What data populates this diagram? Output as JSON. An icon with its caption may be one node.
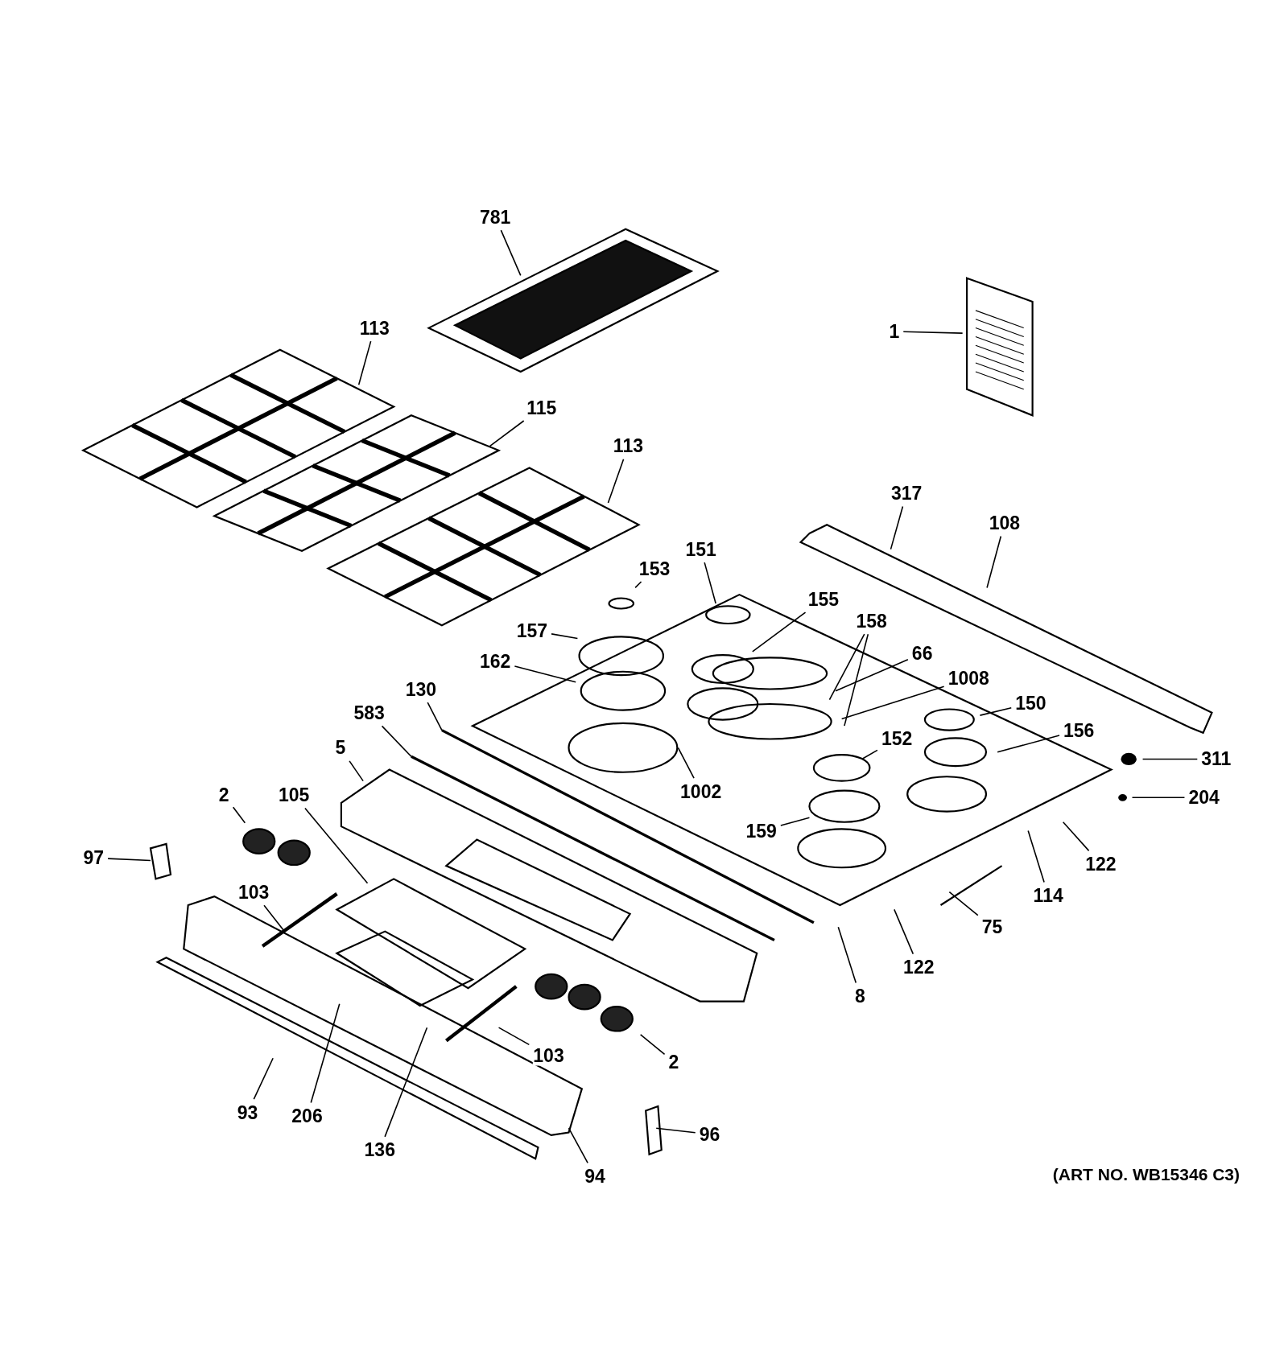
{
  "diagram": {
    "nodes": [
      {
        "text": [
          "781"
        ]
      },
      {
        "text": [
          "113"
        ]
      },
      {
        "text": [
          "1"
        ]
      },
      {
        "text": [
          "115"
        ]
      },
      {
        "text": [
          "113"
        ]
      },
      {
        "text": [
          "317"
        ]
      },
      {
        "text": [
          "108"
        ]
      },
      {
        "text": [
          "151"
        ]
      },
      {
        "text": [
          "153"
        ]
      },
      {
        "text": [
          "155"
        ]
      },
      {
        "text": [
          "157"
        ]
      },
      {
        "text": [
          "158"
        ]
      },
      {
        "text": [
          "66"
        ]
      },
      {
        "text": [
          "162"
        ]
      },
      {
        "text": [
          "1008"
        ]
      },
      {
        "text": [
          "130"
        ]
      },
      {
        "text": [
          "150"
        ]
      },
      {
        "text": [
          "583"
        ]
      },
      {
        "text": [
          "156"
        ]
      },
      {
        "text": [
          "152"
        ]
      },
      {
        "text": [
          "311"
        ]
      },
      {
        "text": [
          "5"
        ]
      },
      {
        "text": [
          "1002"
        ]
      },
      {
        "text": [
          "204"
        ]
      },
      {
        "text": [
          "2"
        ]
      },
      {
        "text": [
          "105"
        ]
      },
      {
        "text": [
          "159"
        ]
      },
      {
        "text": [
          "97"
        ]
      },
      {
        "text": [
          "122"
        ]
      },
      {
        "text": [
          "114"
        ]
      },
      {
        "text": [
          "103"
        ]
      },
      {
        "text": [
          "75"
        ]
      },
      {
        "text": [
          "122"
        ]
      },
      {
        "text": [
          "8"
        ]
      },
      {
        "text": [
          "103"
        ]
      },
      {
        "text": [
          "2"
        ]
      },
      {
        "text": [
          "93"
        ]
      },
      {
        "text": [
          "206"
        ]
      },
      {
        "text": [
          "136"
        ]
      },
      {
        "text": [
          "96"
        ]
      },
      {
        "text": [
          "94"
        ]
      }
    ],
    "edges": [
      {
        "from": 0,
        "to": null,
        "arrow": "none"
      },
      {
        "from": 1,
        "to": null,
        "arrow": "none"
      },
      {
        "from": 2,
        "to": null,
        "arrow": "none"
      },
      {
        "from": 3,
        "to": null,
        "arrow": "none"
      },
      {
        "from": 4,
        "to": null,
        "arrow": "none"
      },
      {
        "from": 5,
        "to": null,
        "arrow": "none"
      },
      {
        "from": 6,
        "to": null,
        "arrow": "none"
      },
      {
        "from": 7,
        "to": null,
        "arrow": "none"
      },
      {
        "from": 8,
        "to": null,
        "arrow": "none"
      },
      {
        "from": 9,
        "to": null,
        "arrow": "none"
      },
      {
        "from": 10,
        "to": null,
        "arrow": "none"
      },
      {
        "from": 11,
        "to": null,
        "arrow": "none"
      },
      {
        "from": 11,
        "to": null,
        "arrow": "none"
      },
      {
        "from": 12,
        "to": null,
        "arrow": "none"
      },
      {
        "from": 13,
        "to": null,
        "arrow": "none"
      },
      {
        "from": 14,
        "to": null,
        "arrow": "none"
      },
      {
        "from": 15,
        "to": null,
        "arrow": "none"
      },
      {
        "from": 16,
        "to": null,
        "arrow": "none"
      },
      {
        "from": 17,
        "to": null,
        "arrow": "none"
      },
      {
        "from": 18,
        "to": null,
        "arrow": "none"
      },
      {
        "from": 19,
        "to": null,
        "arrow": "none"
      },
      {
        "from": 20,
        "to": null,
        "arrow": "none"
      },
      {
        "from": 21,
        "to": null,
        "arrow": "none"
      },
      {
        "from": 22,
        "to": null,
        "arrow": "none"
      },
      {
        "from": 23,
        "to": null,
        "arrow": "none"
      },
      {
        "from": 24,
        "to": null,
        "arrow": "none"
      },
      {
        "from": 25,
        "to": null,
        "arrow": "none"
      },
      {
        "from": 26,
        "to": null,
        "arrow": "none"
      },
      {
        "from": 27,
        "to": null,
        "arrow": "none"
      },
      {
        "from": 28,
        "to": null,
        "arrow": "none"
      },
      {
        "from": 29,
        "to": null,
        "arrow": "none"
      },
      {
        "from": 30,
        "to": null,
        "arrow": "none"
      },
      {
        "from": 31,
        "to": null,
        "arrow": "none"
      },
      {
        "from": 32,
        "to": null,
        "arrow": "none"
      },
      {
        "from": 33,
        "to": null,
        "arrow": "none"
      },
      {
        "from": 34,
        "to": null,
        "arrow": "none"
      },
      {
        "from": 35,
        "to": null,
        "arrow": "none"
      },
      {
        "from": 36,
        "to": null,
        "arrow": "none"
      },
      {
        "from": 37,
        "to": null,
        "arrow": "none"
      },
      {
        "from": 38,
        "to": null,
        "arrow": "none"
      },
      {
        "from": 39,
        "to": null,
        "arrow": "none"
      },
      {
        "from": 40,
        "to": null,
        "arrow": "none"
      }
    ],
    "labels": [
      "(ART NO. WB15346 C3)"
    ]
  }
}
